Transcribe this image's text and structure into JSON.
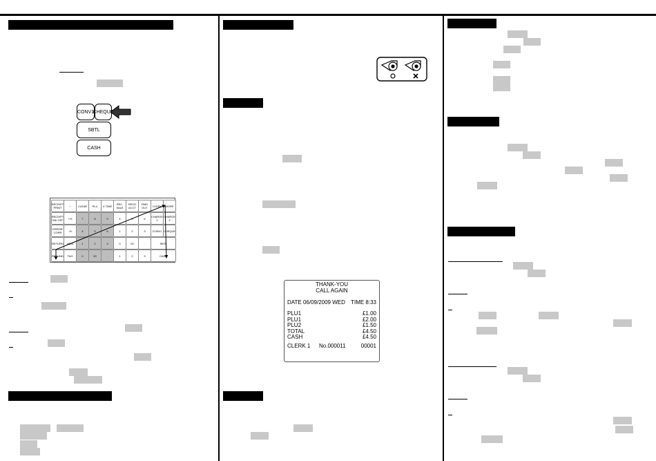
{
  "buttons": {
    "conv": "CONV1",
    "cheque": "CHEQUE",
    "sbtl": "SBTL",
    "cash": "CASH"
  },
  "keyboard": {
    "rows": [
      [
        "RECEIPT PRINT",
        "~",
        "CLEAR",
        "PLU",
        "X TIME",
        "REC. SALE",
        "RECD ACCT",
        "PAID OUT",
        "CLERK",
        "MORE"
      ],
      [
        "RECEIPT ON/ OFF",
        "+%",
        "7",
        "8",
        "9",
        "4",
        "5",
        "6",
        "CHARGE 1",
        "CHARGE 2"
      ],
      [
        "ERROR CORR",
        "-%",
        "4",
        "5",
        "6",
        "1",
        "2",
        "3",
        "CONV1",
        "CHEQUE"
      ],
      [
        "RETURN",
        "VOID",
        "1",
        "2",
        "3",
        "0",
        "00",
        ".",
        "SBTL",
        ""
      ],
      [
        "REFUND",
        "T&G",
        "0",
        "00",
        ".",
        "1",
        "2",
        "3",
        "CASH",
        ""
      ]
    ]
  },
  "receipt": {
    "header1": "THANK-YOU",
    "header2": "CALL AGAIN",
    "date_line": "DATE 06/09/2009 WED",
    "time_line": "TIME 8:33",
    "items": [
      {
        "name": "PLU1",
        "price": "£1.00"
      },
      {
        "name": "PLU1",
        "price": "£2.00"
      },
      {
        "name": "PLU2",
        "price": "£1.50"
      },
      {
        "name": "TOTAL",
        "price": "£4.50"
      },
      {
        "name": "CASH",
        "price": "£4.50"
      }
    ],
    "clerk": "CLERK 1",
    "number": "No.000011",
    "code": "00001"
  },
  "colors": {
    "bar": "#000000",
    "highlight": "#c8c8c8"
  }
}
